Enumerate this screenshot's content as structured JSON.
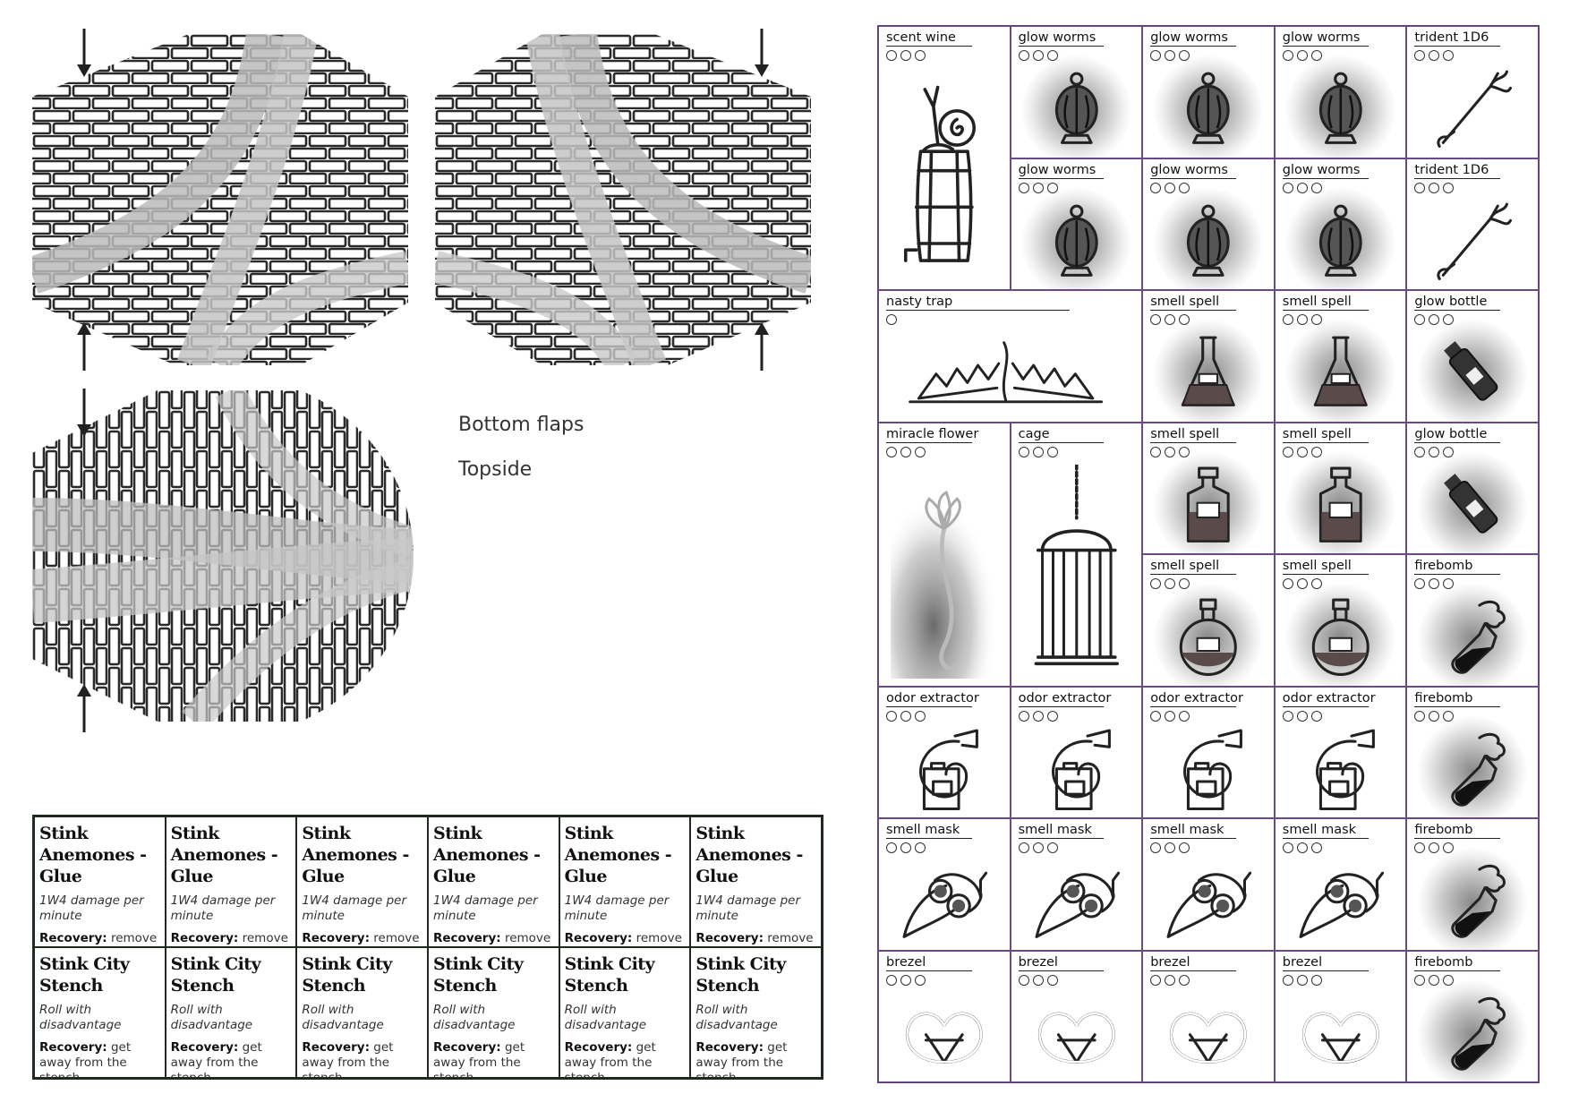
{
  "labels": {
    "bottom_flaps": "Bottom flaps",
    "topside": "Topside"
  },
  "colors": {
    "condition_border": "#1d2a1d",
    "item_border": "#6a4a86",
    "ink": "#222222"
  },
  "conditions": [
    {
      "title": "Stink Anemones - Glue",
      "effect": "1W4 damage per minute",
      "recovery_label": "Recovery:",
      "recovery": "remove the stink anemone"
    },
    {
      "title": "Stink Anemones - Glue",
      "effect": "1W4 damage per minute",
      "recovery_label": "Recovery:",
      "recovery": "remove the stink anemone"
    },
    {
      "title": "Stink Anemones - Glue",
      "effect": "1W4 damage per minute",
      "recovery_label": "Recovery:",
      "recovery": "remove the stink anemone"
    },
    {
      "title": "Stink Anemones - Glue",
      "effect": "1W4 damage per minute",
      "recovery_label": "Recovery:",
      "recovery": "remove the stink anemone"
    },
    {
      "title": "Stink Anemones - Glue",
      "effect": "1W4 damage per minute",
      "recovery_label": "Recovery:",
      "recovery": "remove the stink anemone"
    },
    {
      "title": "Stink Anemones - Glue",
      "effect": "1W4 damage per minute",
      "recovery_label": "Recovery:",
      "recovery": "remove the stink anemone"
    },
    {
      "title": "Stink City Stench",
      "effect": "Roll with disadvantage",
      "recovery_label": "Recovery:",
      "recovery": "get away from the stench"
    },
    {
      "title": "Stink City Stench",
      "effect": "Roll with disadvantage",
      "recovery_label": "Recovery:",
      "recovery": "get away from the stench"
    },
    {
      "title": "Stink City Stench",
      "effect": "Roll with disadvantage",
      "recovery_label": "Recovery:",
      "recovery": "get away from the stench"
    },
    {
      "title": "Stink City Stench",
      "effect": "Roll with disadvantage",
      "recovery_label": "Recovery:",
      "recovery": "get away from the stench"
    },
    {
      "title": "Stink City Stench",
      "effect": "Roll with disadvantage",
      "recovery_label": "Recovery:",
      "recovery": "get away from the stench"
    },
    {
      "title": "Stink City Stench",
      "effect": "Roll with disadvantage",
      "recovery_label": "Recovery:",
      "recovery": "get away from the stench"
    }
  ],
  "items": [
    {
      "title": "scent wine",
      "pips": 3,
      "icon": "barrel-snail-icon",
      "span": "r2"
    },
    {
      "title": "glow worms",
      "pips": 3,
      "icon": "lantern-icon",
      "splatter": true
    },
    {
      "title": "glow worms",
      "pips": 3,
      "icon": "lantern-icon",
      "splatter": true
    },
    {
      "title": "glow worms",
      "pips": 3,
      "icon": "lantern-icon",
      "splatter": true
    },
    {
      "title": "trident 1D6",
      "pips": 3,
      "icon": "trident-icon"
    },
    {
      "title": "glow worms",
      "pips": 3,
      "icon": "lantern-icon",
      "splatter": true
    },
    {
      "title": "glow worms",
      "pips": 3,
      "icon": "lantern-icon",
      "splatter": true
    },
    {
      "title": "glow worms",
      "pips": 3,
      "icon": "lantern-icon",
      "splatter": true
    },
    {
      "title": "trident 1D6",
      "pips": 3,
      "icon": "trident-icon"
    },
    {
      "title": "nasty trap",
      "pips": 1,
      "icon": "trap-icon",
      "span": "c2"
    },
    {
      "title": "smell spell",
      "pips": 3,
      "icon": "flask-icon",
      "splatter": true
    },
    {
      "title": "smell spell",
      "pips": 3,
      "icon": "flask-icon",
      "splatter": true
    },
    {
      "title": "glow bottle",
      "pips": 3,
      "icon": "glow-bottle-icon",
      "splatter": true
    },
    {
      "title": "miracle flower",
      "pips": 3,
      "icon": "flower-icon",
      "span": "r2"
    },
    {
      "title": "cage",
      "pips": 3,
      "icon": "cage-icon",
      "span": "r2"
    },
    {
      "title": "smell spell",
      "pips": 3,
      "icon": "square-bottle-icon",
      "splatter": true
    },
    {
      "title": "smell spell",
      "pips": 3,
      "icon": "square-bottle-icon",
      "splatter": true
    },
    {
      "title": "glow bottle",
      "pips": 3,
      "icon": "glow-bottle-icon",
      "splatter": true
    },
    {
      "title": "smell spell",
      "pips": 3,
      "icon": "round-bottle-icon",
      "splatter": true
    },
    {
      "title": "smell spell",
      "pips": 3,
      "icon": "round-bottle-icon",
      "splatter": true
    },
    {
      "title": "firebomb",
      "pips": 3,
      "icon": "firebomb-icon",
      "splatter": true
    },
    {
      "title": "odor extractor",
      "pips": 3,
      "icon": "odor-extractor-icon"
    },
    {
      "title": "odor extractor",
      "pips": 3,
      "icon": "odor-extractor-icon"
    },
    {
      "title": "odor extractor",
      "pips": 3,
      "icon": "odor-extractor-icon"
    },
    {
      "title": "odor extractor",
      "pips": 3,
      "icon": "odor-extractor-icon"
    },
    {
      "title": "firebomb",
      "pips": 3,
      "icon": "firebomb-icon",
      "splatter": true
    },
    {
      "title": "smell mask",
      "pips": 3,
      "icon": "plague-mask-icon"
    },
    {
      "title": "smell mask",
      "pips": 3,
      "icon": "plague-mask-icon"
    },
    {
      "title": "smell mask",
      "pips": 3,
      "icon": "plague-mask-icon"
    },
    {
      "title": "smell mask",
      "pips": 3,
      "icon": "plague-mask-icon"
    },
    {
      "title": "firebomb",
      "pips": 3,
      "icon": "firebomb-icon",
      "splatter": true
    },
    {
      "title": "brezel",
      "pips": 3,
      "icon": "pretzel-icon"
    },
    {
      "title": "brezel",
      "pips": 3,
      "icon": "pretzel-icon"
    },
    {
      "title": "brezel",
      "pips": 3,
      "icon": "pretzel-icon"
    },
    {
      "title": "brezel",
      "pips": 3,
      "icon": "pretzel-icon"
    },
    {
      "title": "firebomb",
      "pips": 3,
      "icon": "firebomb-icon",
      "splatter": true
    }
  ]
}
